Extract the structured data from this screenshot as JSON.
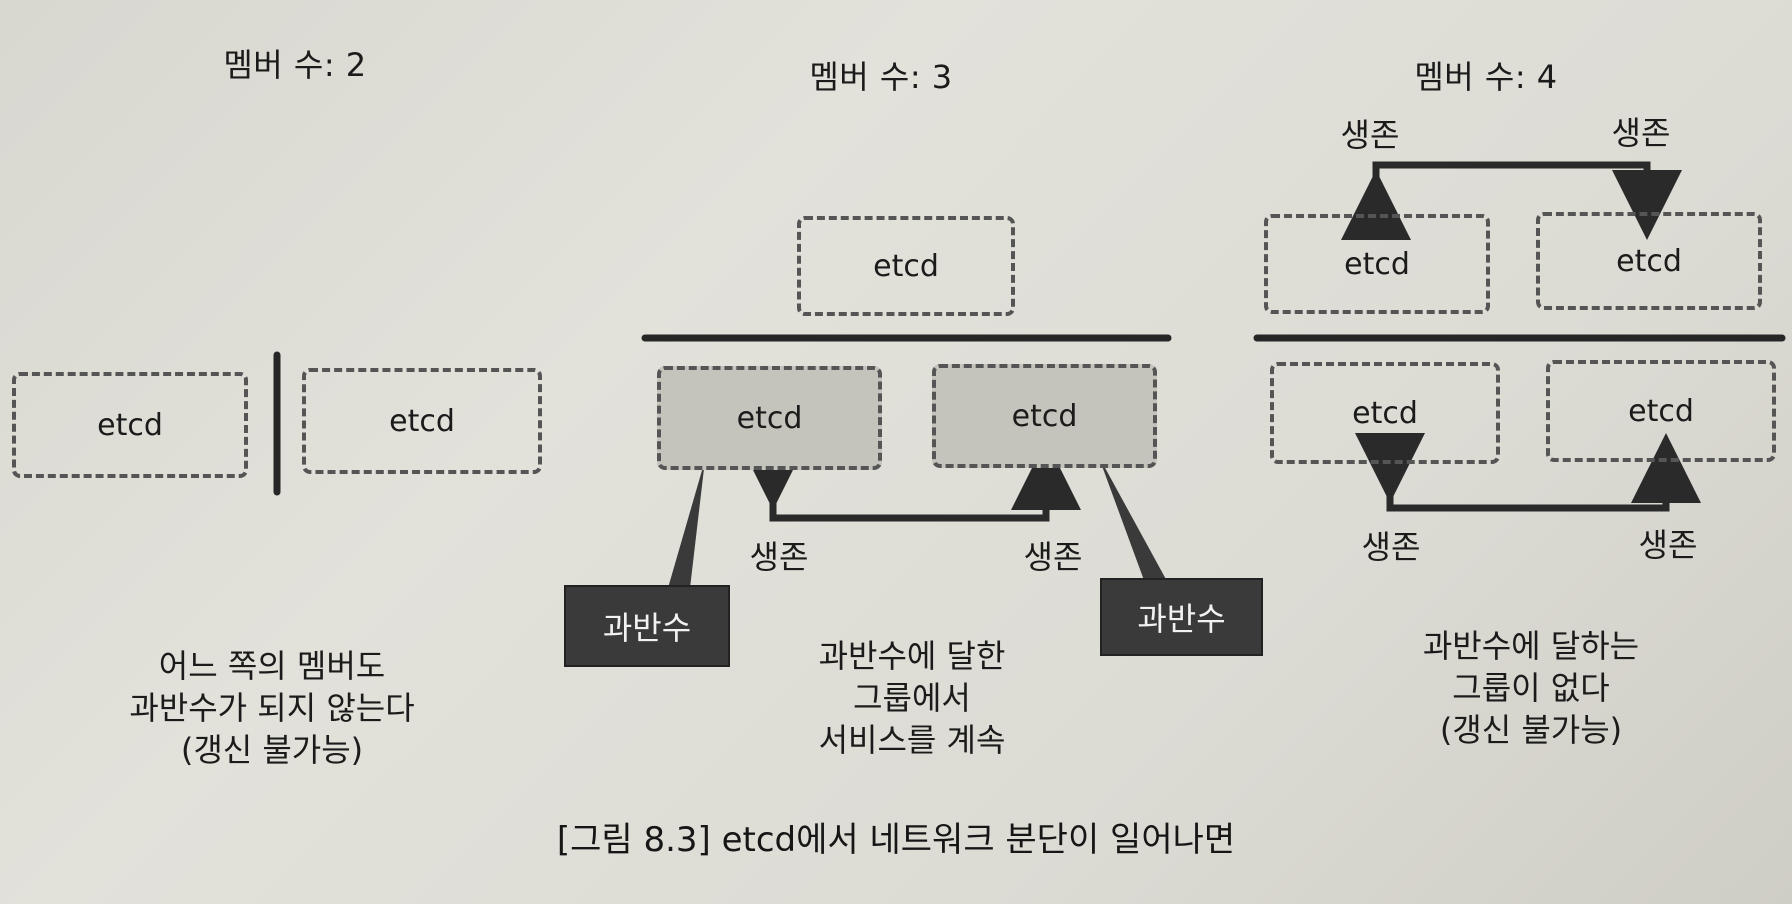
{
  "diagrams": [
    {
      "title": "멤버 수: 2",
      "boxes": [
        "etcd",
        "etcd"
      ],
      "caption": [
        "어느 쪽의 멤버도",
        "과반수가 되지 않는다",
        "(갱신 불가능)"
      ]
    },
    {
      "title": "멤버 수: 3",
      "top_boxes": [
        "etcd"
      ],
      "bottom_boxes": [
        "etcd",
        "etcd"
      ],
      "alive_labels": [
        "생존",
        "생존"
      ],
      "majority_badges": [
        "과반수",
        "과반수"
      ],
      "caption": [
        "과반수에 달한",
        "그룹에서",
        "서비스를 계속"
      ]
    },
    {
      "title": "멤버 수: 4",
      "top_boxes": [
        "etcd",
        "etcd"
      ],
      "bottom_boxes": [
        "etcd",
        "etcd"
      ],
      "top_alive_labels": [
        "생존",
        "생존"
      ],
      "bottom_alive_labels": [
        "생존",
        "생존"
      ],
      "caption": [
        "과반수에 달하는",
        "그룹이 없다",
        "(갱신 불가능)"
      ]
    }
  ],
  "figure_caption": "[그림 8.3] etcd에서 네트워크 분단이 일어나면"
}
